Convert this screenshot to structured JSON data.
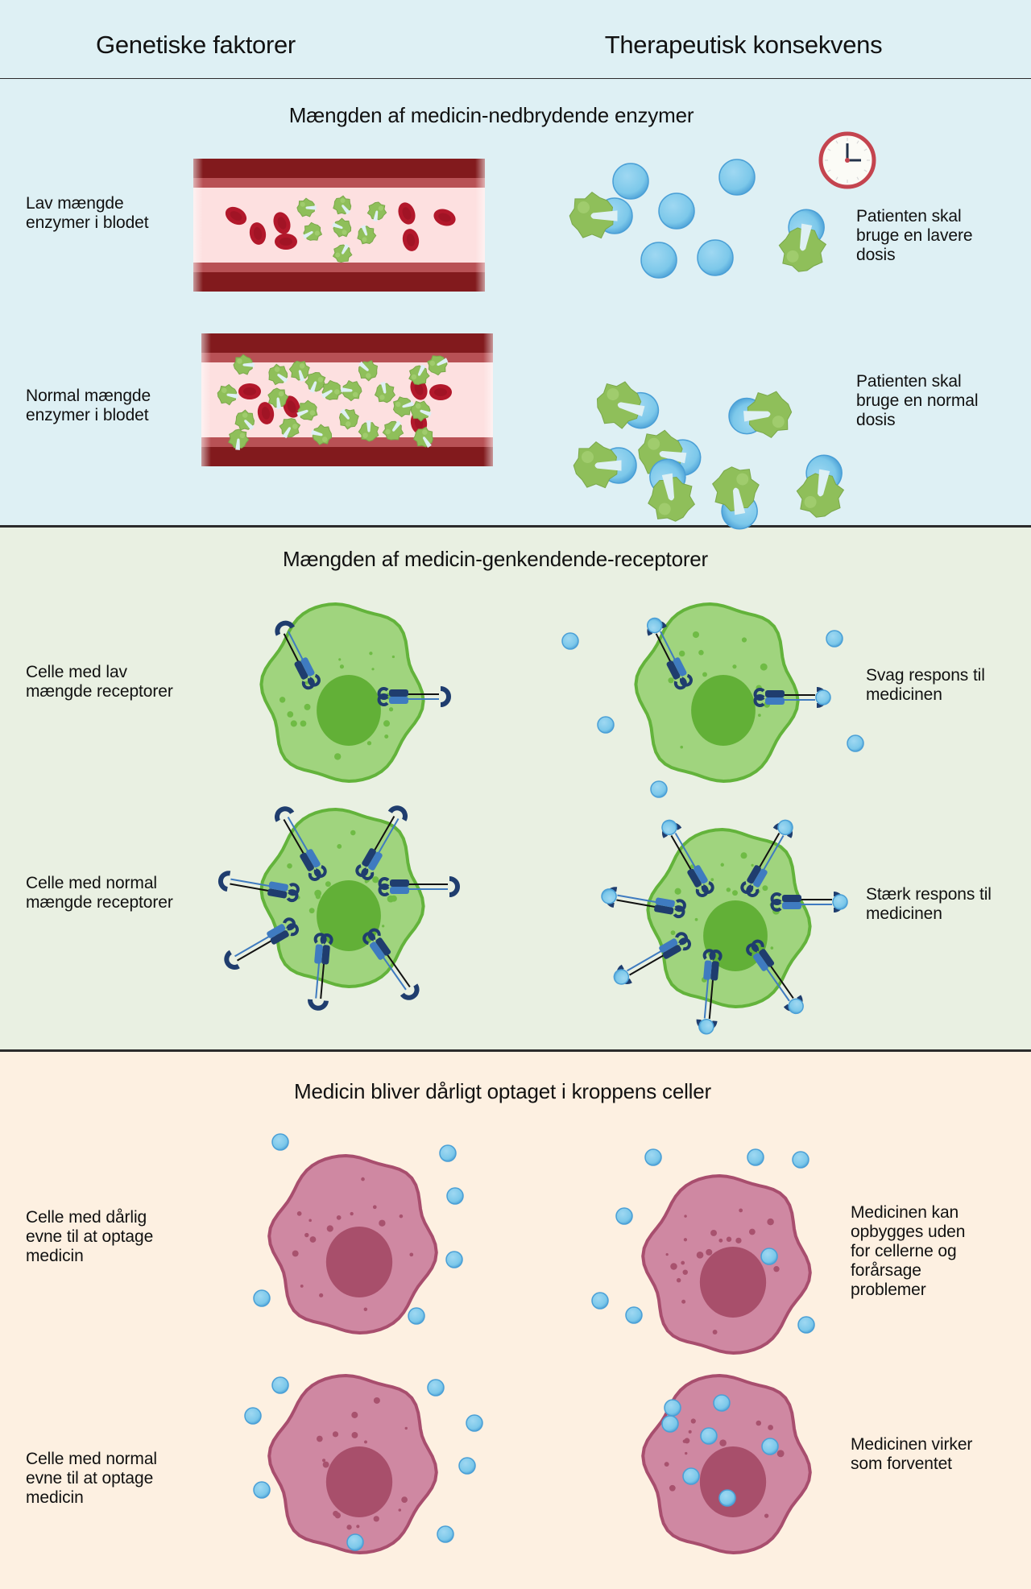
{
  "header": {
    "left_title": "Genetiske faktorer",
    "right_title": "Therapeutisk konsekvens"
  },
  "colors": {
    "panel_enzymes_bg": "#def0f4",
    "panel_receptors_bg": "#e9f0e2",
    "panel_uptake_bg": "#fdf0e1",
    "vessel_wall_dark": "#821a1d",
    "vessel_wall_light": "#b85155",
    "blood_plasma": "#fde0e0",
    "red_blood_cell": "#b2182b",
    "enzyme": "#8fbf5a",
    "drug": "#7cc8ea",
    "drug_edge": "#4a9fd6",
    "green_cell": "#a0d47e",
    "green_nucleus": "#62b037",
    "receptor_dark": "#1f3d6e",
    "receptor_light": "#3f7bc0",
    "pink_cell": "#cf88a2",
    "pink_nucleus": "#a84f6b",
    "clock_rim": "#c4444f"
  },
  "sections": [
    {
      "title": "Mængden af medicin-nedbrydende enzymer",
      "rows": [
        {
          "factor": "Lav mængde\nenzymer i blodet",
          "consequence": "Patienten skal\nbruge en lavere\ndosis",
          "icons": [
            "blood-vessel",
            "red-blood-cell",
            "enzyme",
            "drug-molecule",
            "clock"
          ]
        },
        {
          "factor": "Normal mængde\nenzymer i blodet",
          "consequence": "Patienten skal\nbruge en normal\ndosis",
          "icons": [
            "blood-vessel",
            "red-blood-cell",
            "enzyme",
            "drug-molecule"
          ]
        }
      ]
    },
    {
      "title": "Mængden af medicin-genkendende-receptorer",
      "rows": [
        {
          "factor": "Celle med lav\nmængde receptorer",
          "consequence": "Svag respons til\nmedicinen",
          "icons": [
            "green-cell",
            "receptor",
            "drug-molecule"
          ]
        },
        {
          "factor": "Celle med normal\nmængde receptorer",
          "consequence": "Stærk respons til\nmedicinen",
          "icons": [
            "green-cell",
            "receptor",
            "drug-molecule"
          ]
        }
      ]
    },
    {
      "title": "Medicin bliver dårligt optaget i kroppens celler",
      "rows": [
        {
          "factor": "Celle med dårlig\nevne til at optage\nmedicin",
          "consequence": "Medicinen kan\nopbygges uden\nfor cellerne og\nforårsage\nproblemer",
          "icons": [
            "pink-cell",
            "drug-molecule"
          ]
        },
        {
          "factor": "Celle med normal\nevne til at optage\nmedicin",
          "consequence": "Medicinen virker\nsom forventet",
          "icons": [
            "pink-cell",
            "drug-molecule"
          ]
        }
      ]
    }
  ]
}
